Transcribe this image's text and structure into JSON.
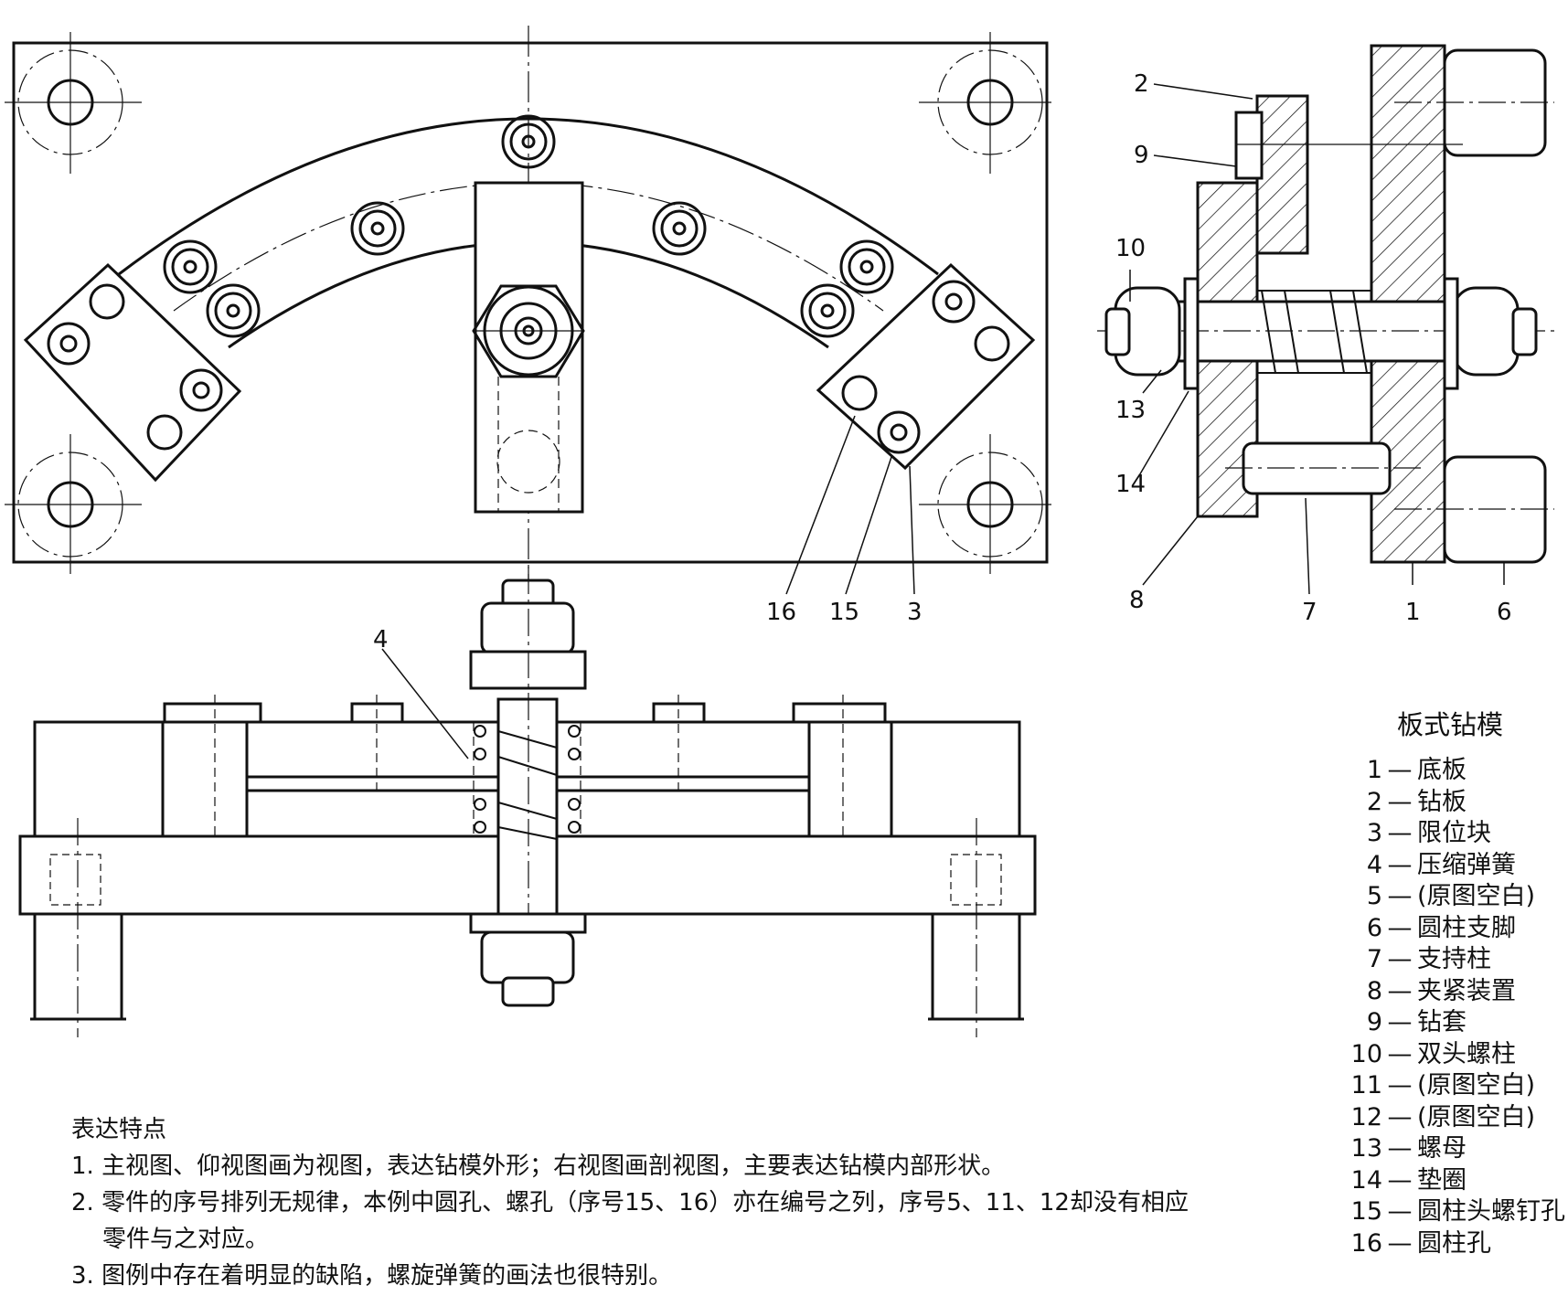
{
  "callouts": {
    "c1": "1",
    "c2": "2",
    "c3": "3",
    "c4": "4",
    "c6": "6",
    "c7": "7",
    "c8": "8",
    "c9": "9",
    "c10": "10",
    "c13": "13",
    "c14": "14",
    "c15": "15",
    "c16": "16"
  },
  "legend": {
    "title": "板式钻模",
    "items": [
      {
        "num": "1",
        "label": "底板"
      },
      {
        "num": "2",
        "label": "钻板"
      },
      {
        "num": "3",
        "label": "限位块"
      },
      {
        "num": "4",
        "label": "压缩弹簧"
      },
      {
        "num": "5",
        "label": "(原图空白)"
      },
      {
        "num": "6",
        "label": "圆柱支脚"
      },
      {
        "num": "7",
        "label": "支持柱"
      },
      {
        "num": "8",
        "label": "夹紧装置"
      },
      {
        "num": "9",
        "label": "钻套"
      },
      {
        "num": "10",
        "label": "双头螺柱"
      },
      {
        "num": "11",
        "label": "(原图空白)"
      },
      {
        "num": "12",
        "label": "(原图空白)"
      },
      {
        "num": "13",
        "label": "螺母"
      },
      {
        "num": "14",
        "label": "垫圈"
      },
      {
        "num": "15",
        "label": "圆柱头螺钉孔"
      },
      {
        "num": "16",
        "label": "圆柱孔"
      }
    ]
  },
  "notes": {
    "title": "表达特点",
    "n1": "1. 主视图、仰视图画为视图，表达钻模外形；右视图画剖视图，主要表达钻模内部形状。",
    "n2a": "2. 零件的序号排列无规律，本例中圆孔、螺孔（序号15、16）亦在编号之列，序号5、11、12却没有相应",
    "n2b": "零件与之对应。",
    "n3": "3. 图例中存在着明显的缺陷，螺旋弹簧的画法也很特别。"
  }
}
